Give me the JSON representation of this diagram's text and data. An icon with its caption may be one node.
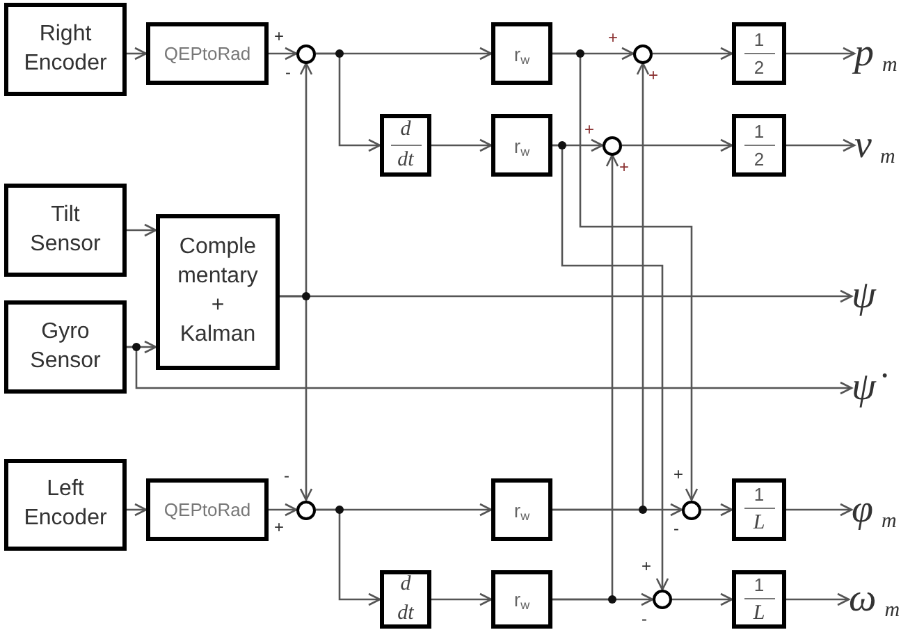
{
  "diagram": {
    "nodes": [
      {
        "text": [
          "Right Encoder"
        ]
      },
      {
        "text": [
          "QEPtoRad"
        ]
      },
      {
        "text": [],
        "shape": "circle",
        "beside": [
          "+",
          "-"
        ]
      },
      {
        "text": [
          "r$_{w}$"
        ]
      },
      {
        "text": [],
        "shape": "circle",
        "beside": [
          "+",
          "+"
        ]
      },
      {
        "text": [
          "1",
          "2"
        ]
      },
      {
        "text": [
          "p$_{m}$"
        ]
      },
      {
        "text": [
          "d",
          "dt"
        ]
      },
      {
        "text": [
          "r$_{w}$"
        ]
      },
      {
        "text": [],
        "shape": "circle",
        "beside": [
          "+",
          "+"
        ]
      },
      {
        "text": [
          "1",
          "2"
        ]
      },
      {
        "text": [
          "v$_{m}$"
        ]
      },
      {
        "text": [
          "Tilt Sensor"
        ]
      },
      {
        "text": [
          "Comple mentary + Kalman"
        ]
      },
      {
        "text": [
          "ψ"
        ]
      },
      {
        "text": [
          "Gyro Sensor"
        ]
      },
      {
        "text": [
          "ψ̇"
        ]
      },
      {
        "text": [
          "Left Encoder"
        ]
      },
      {
        "text": [
          "QEPtoRad"
        ]
      },
      {
        "text": [],
        "shape": "circle",
        "beside": [
          "-",
          "+"
        ]
      },
      {
        "text": [
          "r$_{w}$"
        ]
      },
      {
        "text": [],
        "shape": "circle",
        "beside": [
          "+",
          "-"
        ]
      },
      {
        "text": [
          "1",
          "L"
        ]
      },
      {
        "text": [
          "φ$_{m}$"
        ]
      },
      {
        "text": [
          "d",
          "dt"
        ]
      },
      {
        "text": [
          "r$_{w}$"
        ]
      },
      {
        "text": [],
        "shape": "circle",
        "beside": [
          "+",
          "-"
        ]
      },
      {
        "text": [
          "1",
          "L"
        ]
      },
      {
        "text": [
          "ω$_{m}$"
        ]
      }
    ],
    "edges": [
      {
        "from": 0,
        "to": 1,
        "arrow": "to"
      },
      {
        "from": 1,
        "to": 2,
        "arrow": "to"
      },
      {
        "from": 2,
        "to": 3,
        "arrow": "to"
      },
      {
        "from": 2,
        "to": 7,
        "arrow": "to"
      },
      {
        "from": 3,
        "to": 4,
        "arrow": "to"
      },
      {
        "from": 3,
        "to": 21,
        "arrow": "to"
      },
      {
        "from": 4,
        "to": 5,
        "arrow": "to"
      },
      {
        "from": 5,
        "to": 6,
        "arrow": "to"
      },
      {
        "from": 7,
        "to": 8,
        "arrow": "to"
      },
      {
        "from": 8,
        "to": 9,
        "arrow": "to"
      },
      {
        "from": 8,
        "to": 26,
        "arrow": "to"
      },
      {
        "from": 9,
        "to": 10,
        "arrow": "to"
      },
      {
        "from": 10,
        "to": 11,
        "arrow": "to"
      },
      {
        "from": 12,
        "to": 13,
        "arrow": "to"
      },
      {
        "from": 13,
        "to": 2,
        "arrow": "to"
      },
      {
        "from": 13,
        "to": 19,
        "arrow": "to"
      },
      {
        "from": 13,
        "to": 14,
        "arrow": "to"
      },
      {
        "from": 15,
        "to": 13,
        "arrow": "to"
      },
      {
        "from": 15,
        "to": 16,
        "arrow": "to"
      },
      {
        "from": 17,
        "to": 18,
        "arrow": "to"
      },
      {
        "from": 18,
        "to": 19,
        "arrow": "to"
      },
      {
        "from": 19,
        "to": 20,
        "arrow": "to"
      },
      {
        "from": 19,
        "to": 24,
        "arrow": "to"
      },
      {
        "from": 20,
        "to": 21,
        "arrow": "to"
      },
      {
        "from": 20,
        "to": 4,
        "arrow": "to"
      },
      {
        "from": 21,
        "to": 22,
        "arrow": "to"
      },
      {
        "from": 22,
        "to": 23,
        "arrow": "to"
      },
      {
        "from": 24,
        "to": 25,
        "arrow": "to"
      },
      {
        "from": 25,
        "to": 26,
        "arrow": "to"
      },
      {
        "from": 25,
        "to": 9,
        "arrow": "to"
      },
      {
        "from": 26,
        "to": 27,
        "arrow": "to"
      },
      {
        "from": 27,
        "to": 28,
        "arrow": "to"
      }
    ]
  }
}
